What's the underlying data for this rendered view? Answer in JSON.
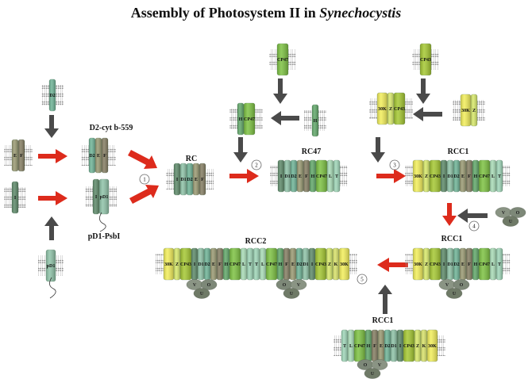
{
  "title": {
    "prefix": "Assembly of Photosystem II in ",
    "italic": "Synechocystis"
  },
  "colors": {
    "D1": "#8fc3a8",
    "D2": "#6fb497",
    "E": "#9a9a73",
    "F": "#857e63",
    "I": "#5e8a6a",
    "L": "#a9dcb7",
    "T": "#9fd6b8",
    "H": "#62a86a",
    "CP47": "#7dc242",
    "CP43": "#a5c832",
    "30K": "#f2ee5a",
    "Z": "#d8e96a",
    "K": "#d8e26a",
    "U": "#6f7a67",
    "V": "#8a9484",
    "O": "#7d8878",
    "arrow_red": "#dd2b1c",
    "arrow_dark": "#4a4a4a"
  },
  "labels": {
    "d2cyt": "D2-cyt b-559",
    "pd1psbi": "pD1-PsbI",
    "rc": "RC",
    "rc47": "RC47",
    "rcc1_a": "RCC1",
    "rcc1_b": "RCC1",
    "rcc1_c": "RCC1",
    "rcc2": "RCC2"
  },
  "steps": [
    "1",
    "2",
    "3",
    "4",
    "5"
  ],
  "modules": {
    "m_d2": {
      "subs": [
        "D2"
      ]
    },
    "m_ef": {
      "subs": [
        "E",
        "F"
      ]
    },
    "m_i": {
      "subs": [
        "I"
      ]
    },
    "m_pd1": {
      "subs": [
        "pD1"
      ]
    },
    "m_d2cyt": {
      "subs": [
        "D2",
        "E",
        "F"
      ]
    },
    "m_pd1psbi": {
      "subs": [
        "I",
        "pD1"
      ]
    },
    "m_rc": {
      "subs": [
        "I",
        "D1",
        "D2",
        "E",
        "F"
      ]
    },
    "m_cp47": {
      "subs": [
        "CP47"
      ]
    },
    "m_h": {
      "subs": [
        "H"
      ]
    },
    "m_hcp47": {
      "subs": [
        "H",
        "CP47"
      ]
    },
    "m_rc47": {
      "subs": [
        "I",
        "D1",
        "D2",
        "E",
        "F",
        "H",
        "CP47",
        "L",
        "T"
      ]
    },
    "m_cp43": {
      "subs": [
        "CP43"
      ]
    },
    "m_30kz": {
      "subs": [
        "30K",
        "Z"
      ]
    },
    "m_30kzcp43": {
      "subs": [
        "30K",
        "Z",
        "CP43"
      ]
    },
    "m_rcc1a": {
      "subs": [
        "30K",
        "Z",
        "CP43",
        "I",
        "D1",
        "D2",
        "E",
        "F",
        "H",
        "CP47",
        "L",
        "T"
      ]
    },
    "m_rcc1b": {
      "subs": [
        "30K",
        "Z",
        "CP43",
        "I",
        "D1",
        "D2",
        "E",
        "F",
        "H",
        "CP47",
        "L",
        "T"
      ]
    },
    "m_rcc1c": {
      "subs": [
        "T",
        "L",
        "CP47",
        "H",
        "F",
        "E",
        "D2",
        "D1",
        "I",
        "CP43",
        "Z",
        "K",
        "30K"
      ]
    },
    "m_rcc2": {
      "subs": [
        "30K",
        "Z",
        "CP43",
        "I",
        "D1",
        "D2",
        "E",
        "F",
        "H",
        "CP47",
        "L",
        "T",
        "T",
        "L",
        "CP47",
        "H",
        "F",
        "E",
        "D2",
        "D1",
        "I",
        "CP43",
        "Z",
        "K",
        "30K"
      ]
    }
  },
  "extrinsic": {
    "free": [
      "V",
      "O",
      "U"
    ],
    "rcc1b": [
      "V",
      "O",
      "U"
    ],
    "rcc1c": [
      "O",
      "V",
      "U"
    ],
    "rcc2_left": [
      "V",
      "O",
      "U"
    ],
    "rcc2_right": [
      "O",
      "V",
      "U"
    ]
  }
}
